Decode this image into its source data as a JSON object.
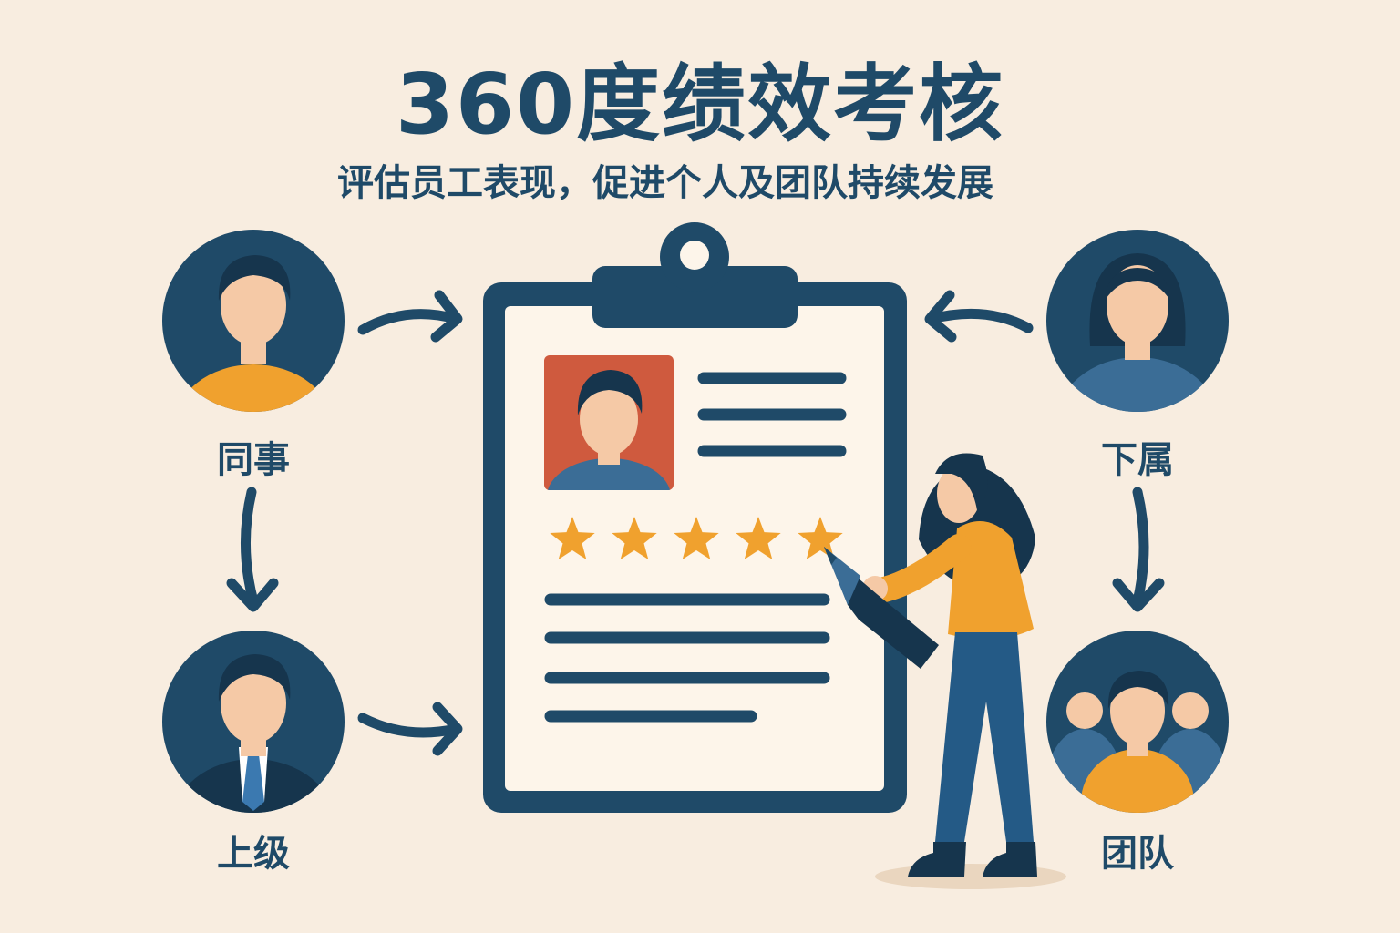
{
  "header": {
    "title": "360度绩效考核",
    "subtitle": "评估员工表现，促进个人及团队持续发展"
  },
  "nodes": {
    "colleague": "同事",
    "supervisor": "上级",
    "subordinate": "下属",
    "team": "团队"
  },
  "evaluation_card": {
    "rating": 5,
    "max_rating": 5
  },
  "colors": {
    "primary": "#1f4a68",
    "accent": "#f0a12e",
    "background": "#f8ede0",
    "photo": "#cf5a3e"
  }
}
